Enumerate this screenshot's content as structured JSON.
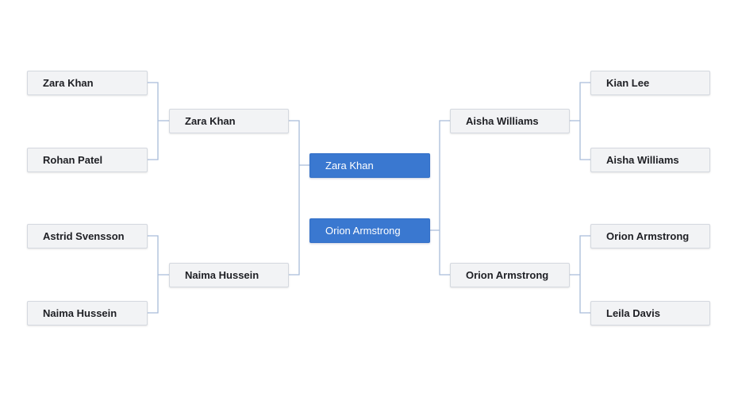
{
  "bracket": {
    "left": {
      "round1": [
        "Zara Khan",
        "Rohan Patel",
        "Astrid Svensson",
        "Naima Hussein"
      ],
      "semifinal": [
        "Zara Khan",
        "Naima Hussein"
      ],
      "final": "Zara Khan"
    },
    "right": {
      "round1": [
        "Kian Lee",
        "Aisha Williams",
        "Orion Armstrong",
        "Leila Davis"
      ],
      "semifinal": [
        "Aisha Williams",
        "Orion Armstrong"
      ],
      "final": "Orion Armstrong"
    }
  },
  "colors": {
    "node_bg": "#f2f3f5",
    "final_bg": "#3a78d0",
    "connector": "#a9bcd9"
  }
}
